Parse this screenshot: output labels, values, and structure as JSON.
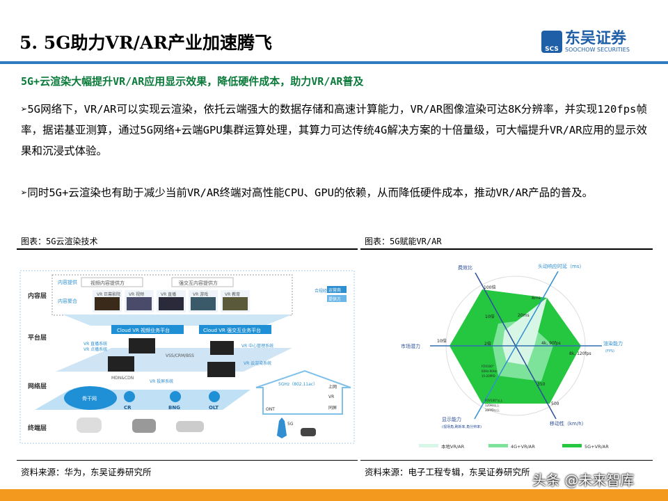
{
  "header": {
    "title": "5. 5G助力VR/AR产业加速腾飞",
    "logo_cn": "东吴证券",
    "logo_en": "SOOCHOW SECURITIES",
    "logo_abbr": "SCS"
  },
  "subtitle": "5G+云渲染大幅提升VR/AR应用显示效果，降低硬件成本，助力VR/AR普及",
  "paragraphs": [
    "➢5G网络下，VR/AR可以实现云渲染，依托云端强大的数据存储和高速计算能力，VR/AR图像渲染可达8K分辨率，并实现120fps帧率，据诺基亚测算，通过5G网络+云端GPU集群运算处理，其算力可达传统4G解决方案的十倍量级，可大幅提升VR/AR应用的显示效果和沉浸式体验。",
    "➢同时5G+云渲染也有助于减少当前VR/AR终端对高性能CPU、GPU的依赖，从而降低硬件成本，推动VR/AR产品的普及。"
  ],
  "figure_left": {
    "caption": "图表：5G云渲染技术",
    "source": "资料来源：华为，东吴证券研究所",
    "layers": [
      "内容层",
      "平台层",
      "网络层",
      "终端层"
    ],
    "content_labels": [
      "内容提供",
      "内容聚合"
    ],
    "providers": [
      "视频内容提供方",
      "强交互内容提供方"
    ],
    "apps": [
      "VR 巨幕影院",
      "VR 视频",
      "VR 直播",
      "VR 游戏",
      "VR 教育"
    ],
    "side": [
      "合规经营",
      "运营商",
      "提供方"
    ],
    "platforms": [
      "Cloud VR 视频业务平台",
      "Cloud VR 强交互业务平台"
    ],
    "systems": [
      "VR 直播系统",
      "VR 点播系统",
      "VSS/CRM/BSS",
      "VR 中心管理系统",
      "VR 云渲染系统",
      "MDN&CDN",
      "VR 投屏系统"
    ],
    "network": [
      "骨干网",
      "CR",
      "BNG",
      "OLT",
      "ONT",
      "5GHz（802.11ac）",
      "上网",
      "VR",
      "同屏",
      "5G"
    ]
  },
  "figure_right": {
    "caption": "图表：5G赋能VR/AR",
    "source": "资料来源：电子工程专辑，东吴证券研究所",
    "axes": [
      "费效比",
      "头动响应时延（ms）",
      "渲染能力",
      "(FPS)",
      "移动性（km/h）",
      "显示能力",
      "(视场角,刷新率,角分辨率)",
      "市场潜力"
    ],
    "ticks": [
      "100倍",
      "10倍",
      "2倍",
      "8ms",
      "20ms",
      "4k, 90fps",
      "8k, 120fps",
      "350",
      "500",
      "10倍",
      "FOV100°",
      "60Hz-90Hz",
      "15-20PPD",
      "FOV140°以上",
      "120Hz以上",
      "30PPD以上"
    ],
    "legend": [
      {
        "name": "本地VR/AR",
        "color": "#d8f6e6"
      },
      {
        "name": "4G+VR/AR",
        "color": "#7de39a"
      },
      {
        "name": "5G+VR/AR",
        "color": "#25c640"
      }
    ]
  },
  "watermark": "头条 @未来智库",
  "colors": {
    "accent": "#2f7bc1",
    "subtitle": "#0a7a3a",
    "footer": "#f39a1e"
  }
}
